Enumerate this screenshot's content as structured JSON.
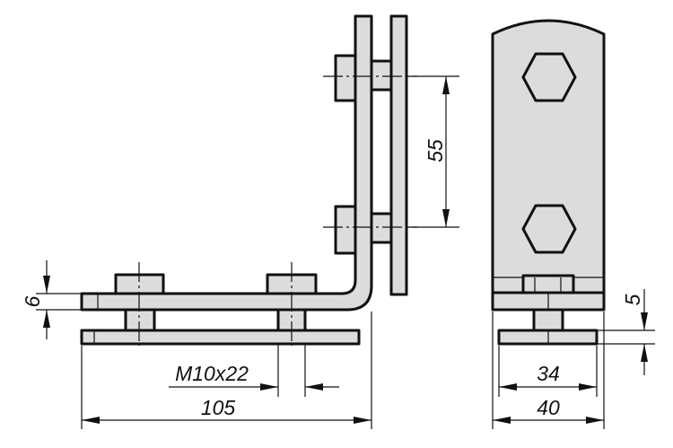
{
  "drawing": {
    "title": "Angle bracket assembly dimensions",
    "dimensions": {
      "thickness": "6",
      "hole_spacing": "55",
      "length": "105",
      "bolt": "M10x22",
      "plate_thickness": "5",
      "inner_width": "34",
      "outer_width": "40"
    },
    "colors": {
      "fill": "#dcdcdc",
      "line": "#111111"
    }
  }
}
